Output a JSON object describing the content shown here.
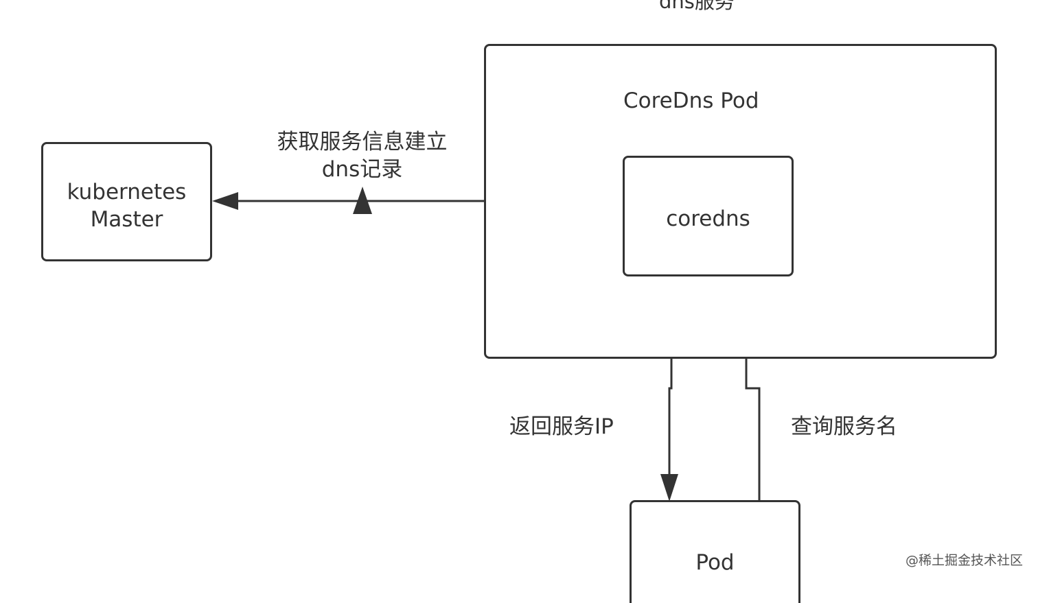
{
  "diagram": {
    "top_label": "dns服务",
    "coredns_pod_title": "CoreDns Pod",
    "coredns_label": "coredns",
    "master_label": "kubernetes\nMaster",
    "pod_label": "Pod",
    "edge_fetch_label": "获取服务信息建立\ndns记录",
    "edge_return_label": "返回服务IP",
    "edge_query_label": "查询服务名",
    "colors": {
      "stroke": "#333333",
      "background": "#ffffff"
    }
  },
  "watermark": "@稀土掘金技术社区"
}
